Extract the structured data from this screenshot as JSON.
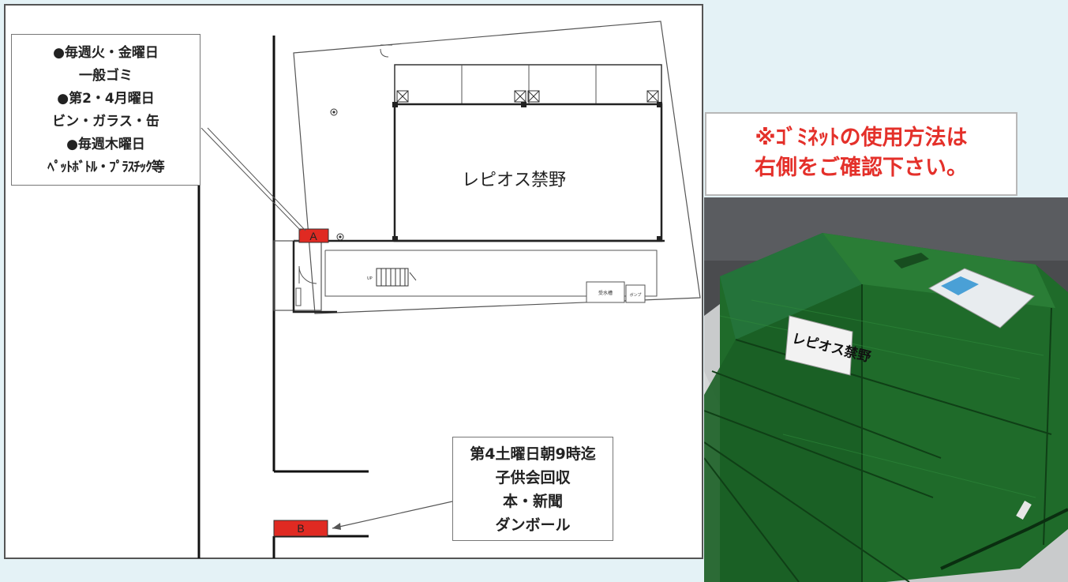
{
  "plan": {
    "building_name": "レピオス禁野",
    "bin_a_label": "A",
    "bin_b_label": "B",
    "stair_label": "UP",
    "room_label_1": "受水槽",
    "room_label_2": "ボンプ"
  },
  "callout_a": {
    "lines": [
      "●毎週火・金曜日",
      "一般ゴミ",
      "●第2・4月曜日",
      "ビン・ガラス・缶",
      "●毎週木曜日",
      "ﾍﾟｯﾄﾎﾞﾄﾙ・ﾌﾟﾗｽﾁｯｸ等"
    ]
  },
  "callout_b": {
    "lines": [
      "第4土曜日朝9時迄",
      "子供会回収",
      "本・新聞",
      "ダンボール"
    ]
  },
  "notice": {
    "line1": "※ｺﾞﾐﾈｯﾄの使用方法は",
    "line2": "右側をご確認下さい。"
  },
  "photo": {
    "net_tag": "レピオス禁野"
  },
  "colors": {
    "bin_red": "#e02a22",
    "notice_red": "#e4302a",
    "net_green": "#1f6b2a",
    "background": "#e4f2f6"
  }
}
